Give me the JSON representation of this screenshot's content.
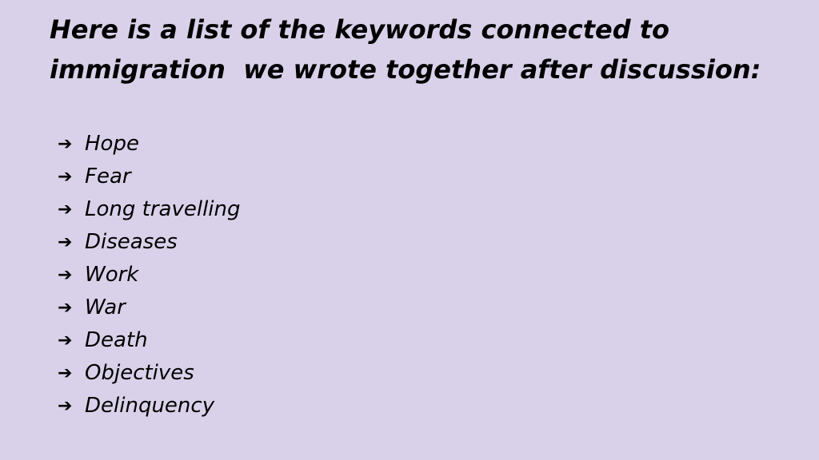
{
  "slide": {
    "title": "Here is a list of the keywords connected to immigration  we wrote together after discussion:",
    "bullet_icon": "arrow-right-icon",
    "bullet_glyph": "➔",
    "background_color": "#d9d1e9",
    "keywords": [
      {
        "label": "Hope"
      },
      {
        "label": "Fear"
      },
      {
        "label": "Long travelling"
      },
      {
        "label": "Diseases"
      },
      {
        "label": "Work"
      },
      {
        "label": "War"
      },
      {
        "label": "Death"
      },
      {
        "label": "Objectives"
      },
      {
        "label": "Delinquency"
      }
    ]
  }
}
